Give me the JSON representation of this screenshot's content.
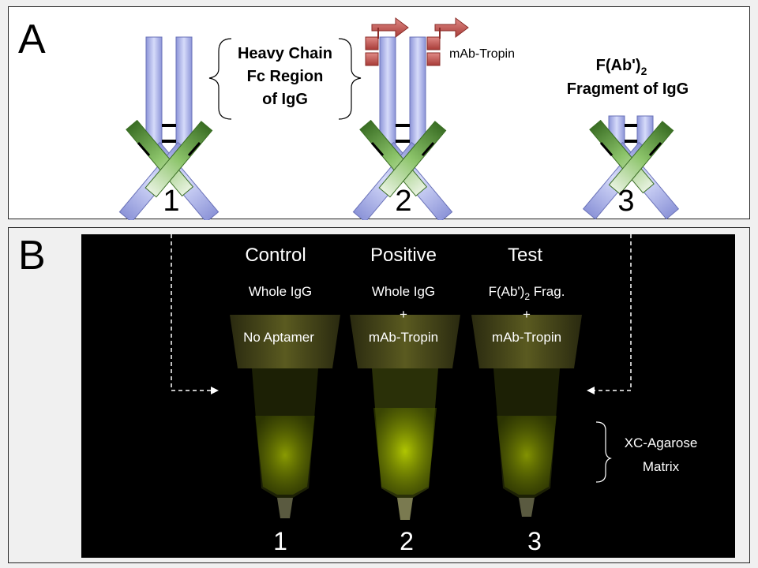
{
  "panel_a": {
    "label": "A",
    "fc_label": [
      "Heavy Chain",
      "Fc Region",
      "of IgG"
    ],
    "tag_label": "mAb-Tropin",
    "fragment_label": [
      "F(Ab')",
      "2",
      "Fragment of IgG"
    ],
    "numbers": [
      "1",
      "2",
      "3"
    ]
  },
  "panel_b": {
    "label": "B",
    "columns": [
      {
        "title": "Control",
        "line1": "Whole IgG",
        "line2": "",
        "line3": "No Aptamer",
        "number": "1"
      },
      {
        "title": "Positive",
        "line1": "Whole IgG",
        "line2": "+",
        "line3": "mAb-Tropin",
        "number": "2"
      },
      {
        "title": "Test",
        "line1": "F(Ab')",
        "line1_sub": "2",
        "line1_suffix": " Frag.",
        "line2": "+",
        "line3": "mAb-Tropin",
        "number": "3"
      }
    ],
    "matrix_label": [
      "XC-Agarose",
      "Matrix"
    ]
  },
  "colors": {
    "heavy_chain": "#b4bcf0",
    "light_chain_green": "#5e9a3a",
    "tag_red": "#c0504d",
    "photo_bg": "#000000",
    "glow": "#c8e000"
  }
}
